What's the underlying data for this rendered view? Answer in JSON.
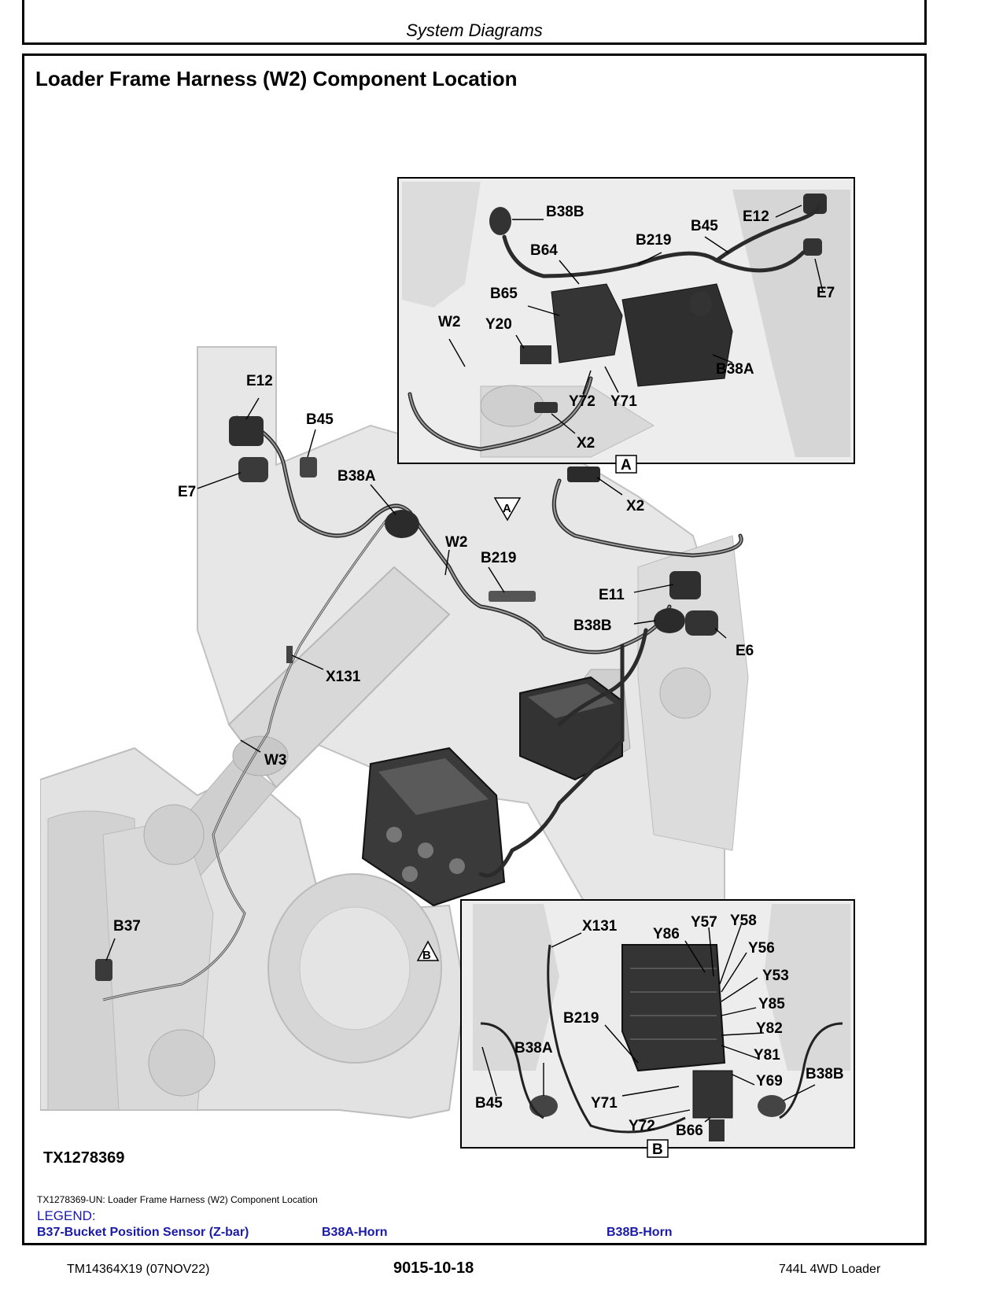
{
  "header": {
    "title": "System Diagrams"
  },
  "section": {
    "title": "Loader Frame Harness (W2) Component Location"
  },
  "figure": {
    "id": "TX1278369",
    "caption": "TX1278369-UN: Loader Frame Harness (W2) Component Location",
    "main_labels": [
      "E12",
      "B45",
      "E7",
      "B38A",
      "W2",
      "B219",
      "X2",
      "E11",
      "B38B",
      "E6",
      "X131",
      "W3",
      "B37"
    ],
    "inset_a": {
      "tag": "A",
      "labels": [
        "B38B",
        "B64",
        "B219",
        "B45",
        "E12",
        "E7",
        "B65",
        "W2",
        "Y20",
        "B38A",
        "Y72",
        "Y71",
        "X2"
      ]
    },
    "inset_b": {
      "tag": "B",
      "labels": [
        "X131",
        "Y86",
        "Y57",
        "Y58",
        "Y56",
        "Y53",
        "Y85",
        "Y82",
        "Y81",
        "Y69",
        "B219",
        "B38A",
        "B45",
        "Y71",
        "Y72",
        "B66",
        "B38B"
      ]
    },
    "view_markers": [
      "A",
      "B"
    ]
  },
  "legend": {
    "title": "LEGEND:",
    "items": [
      "B37-Bucket Position Sensor (Z-bar)",
      "B38A-Horn",
      "B38B-Horn"
    ],
    "color": "#1a1aa8"
  },
  "footer": {
    "left": "TM14364X19 (07NOV22)",
    "center": "9015-10-18",
    "right": "744L 4WD Loader"
  }
}
